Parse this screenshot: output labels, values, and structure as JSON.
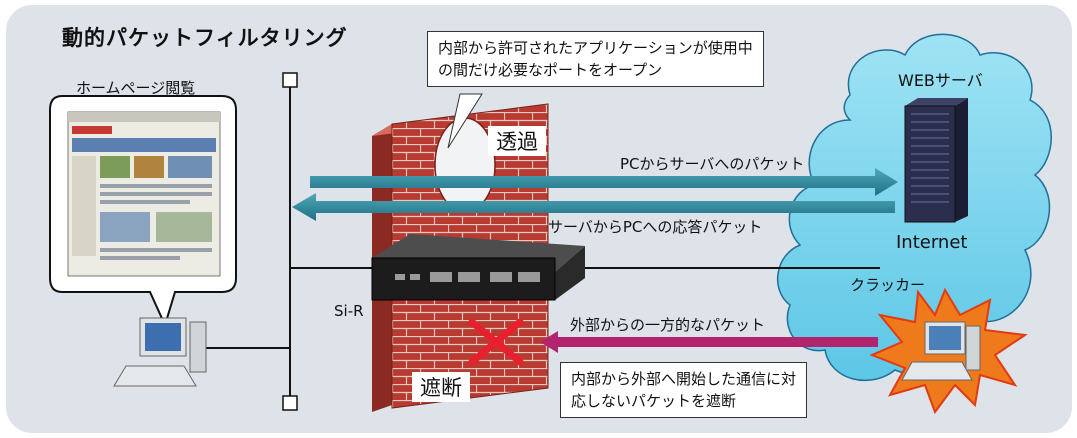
{
  "title": "動的パケットフィルタリング",
  "homepage_label": "ホームページ閲覧",
  "note_top": [
    "内部から許可されたアプリケーションが使用中",
    "の間だけ必要なポートをオープン"
  ],
  "pass_label": "透過",
  "block_label": "遮断",
  "arrow_to_server": "PCからサーバへのパケット",
  "arrow_from_server": "サーバからPCへの応答パケット",
  "web_server_label": "WEBサーバ",
  "internet_label": "Internet",
  "router_label": "Si-R",
  "cracker_label": "クラッカー",
  "arrow_attack": "外部からの一方的なパケット",
  "note_bottom": [
    "内部から外部へ開始した通信に対",
    "応しないパケットを遮断"
  ],
  "colors": {
    "arrow": "#2f8a9c",
    "attack_arrow": "#b3246e",
    "brick": "#b43a30",
    "cross": "#e8202e",
    "burst": "#ee7a1c"
  }
}
